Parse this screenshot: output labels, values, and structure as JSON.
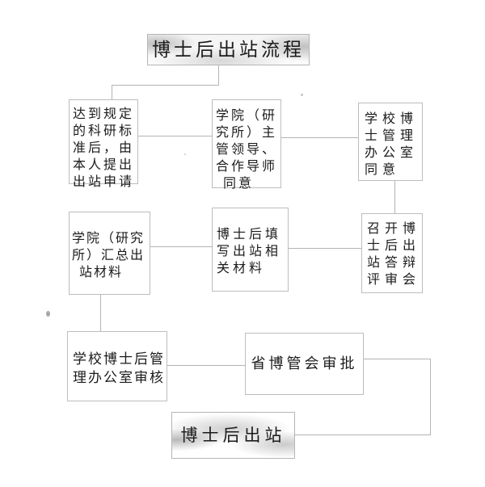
{
  "diagram": {
    "title": {
      "text": "博士后出站流程"
    },
    "end": {
      "text": "博士后出站"
    },
    "nodes": {
      "step1": {
        "text": "达到规定的科研标准后，由本人提出出站申请",
        "lines": [
          "达到规定",
          "的科研标",
          "准后，由",
          "本人提出",
          "出站申请"
        ]
      },
      "step2": {
        "text": "学院（研究所）主管领导、合作导师同意",
        "lines": [
          "学院（研",
          "究所）主",
          "管领导、",
          "合作导师",
          "同意"
        ]
      },
      "step3": {
        "text": "学校博士管理办公室同意",
        "lines": [
          "学校博",
          "士管理",
          "办公室",
          "同意"
        ]
      },
      "step4": {
        "text": "召开博士后出站答辩评审会",
        "lines": [
          "召开博",
          "士后出",
          "站答辩",
          "评审会"
        ]
      },
      "step5": {
        "text": "博士后填写出站相关材料",
        "lines": [
          "博士后填",
          "写出站相",
          "关材料"
        ]
      },
      "step6": {
        "text": "学院（研究所）汇总出站材料",
        "lines": [
          "学院（研究",
          "所）汇总出",
          "站材料"
        ]
      },
      "step7": {
        "text": "学校博士后管理办公室审核",
        "lines": [
          "学校博士后管",
          "理办公室审核"
        ]
      },
      "step8": {
        "text": "省博管会审批",
        "lines": [
          "省博管会审批"
        ]
      }
    },
    "edges": [
      "title -> step1",
      "step1 -> step2",
      "step2 -> step3",
      "step3 -> step4",
      "step4 -> step5",
      "step5 -> step6",
      "step6 -> step7",
      "step7 -> step8",
      "step8 -> end"
    ],
    "colors": {
      "box_border": "#bdbdbd",
      "connector": "#b3b3b3",
      "text": "#1b1b1b",
      "banner_texture": "#c9c9c9",
      "background": "#ffffff"
    }
  }
}
